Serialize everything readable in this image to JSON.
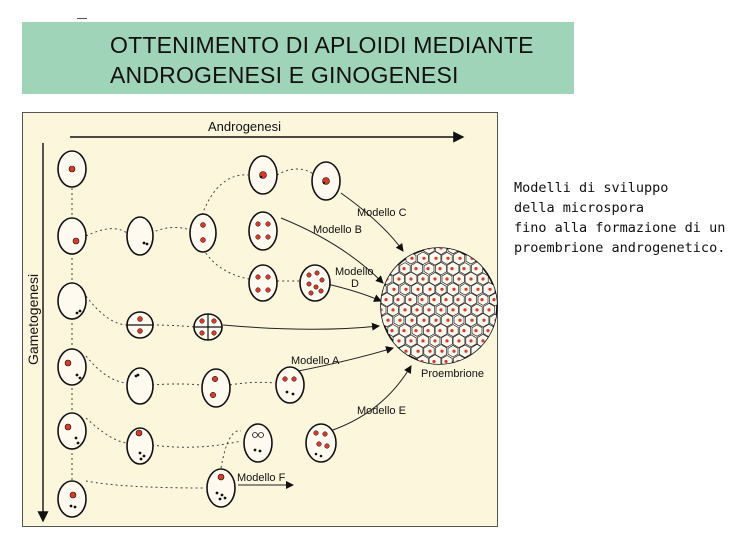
{
  "slide": {
    "title_line_1": "OTTENIMENTO DI APLOIDI MEDIANTE",
    "title_line_2": "ANDROGENESI E GINOGENESI"
  },
  "diagram": {
    "axis_horizontal_label": "Androgenesi",
    "axis_vertical_label": "Gametogenesi",
    "labels": {
      "modello_a": "Modello A",
      "modello_b": "Modello B",
      "modello_c": "Modello C",
      "modello_d_line1": "Modello",
      "modello_d_line2": "D",
      "modello_e": "Modello E",
      "modello_f": "Modello F",
      "proembrione": "Proembrione"
    },
    "colors": {
      "background": "#fcf6dc",
      "nucleus": "#d83a2a",
      "outline": "#111111",
      "cell_fill": "#fffaf0"
    }
  },
  "caption": {
    "lines": [
      "Modelli di sviluppo",
      "della microspora",
      "fino alla formazione di un",
      "proembrione androgenetico."
    ]
  }
}
